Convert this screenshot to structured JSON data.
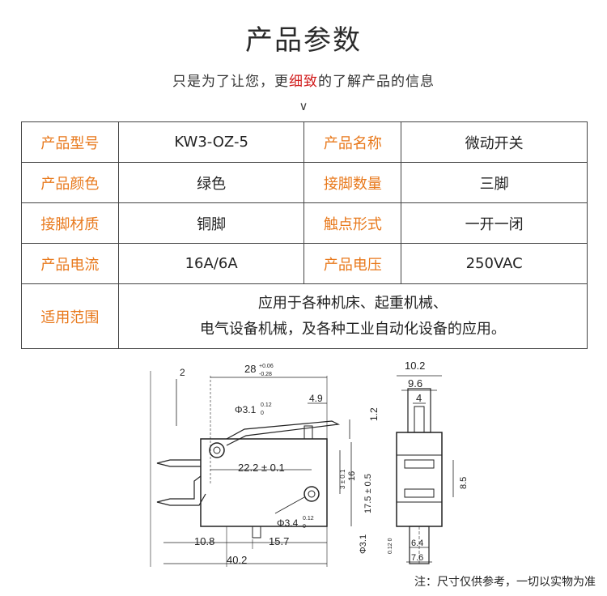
{
  "header": {
    "title": "产品参数",
    "subtitle_pre": "只是为了让您，更",
    "subtitle_highlight": "细致",
    "subtitle_post": "的了解产品的信息",
    "chevron": "∨"
  },
  "specs": {
    "rows": [
      {
        "k1": "产品型号",
        "v1": "KW3-OZ-5",
        "k2": "产品名称",
        "v2": "微动开关"
      },
      {
        "k1": "产品颜色",
        "v1": "绿色",
        "k2": "接脚数量",
        "v2": "三脚"
      },
      {
        "k1": "接脚材质",
        "v1": "铜脚",
        "k2": "触点形式",
        "v2": "一开一闭"
      },
      {
        "k1": "产品电流",
        "v1": "16A/6A",
        "k2": "产品电压",
        "v2": "250VAC"
      }
    ],
    "application_label": "适用范围",
    "application_line1": "应用于各种机床、起重机械、",
    "application_line2": "电气设备机械，及各种工业自动化设备的应用。"
  },
  "drawing": {
    "dims": {
      "d2": "2",
      "d28": "28",
      "d28_tol_up": "+0.06",
      "d28_tol_dn": "-0.28",
      "d49": "4.9",
      "d12": "1.2",
      "hole31": "Φ3.1",
      "hole31_tol_up": "0.12",
      "hole31_tol_dn": "0",
      "d222": "22.2 ± 0.1",
      "d16": "16",
      "d16_tol": "3 ± 0.1",
      "d175": "17.5 ± 0.5",
      "hole34": "Φ3.4",
      "hole34_tol_up": "0.12",
      "hole34_tol_dn": "0",
      "hole31b": "Φ3.1",
      "hole31b_tol": "0.12 0",
      "d108": "10.8",
      "d157": "15.7",
      "d402": "40.2",
      "d102": "10.2",
      "d96": "9.6",
      "d4": "4",
      "d85": "8.5",
      "d64": "6.4",
      "d76": "7.6"
    }
  },
  "footer": {
    "note": "注：尺寸仅供参考，一切以实物为准"
  }
}
